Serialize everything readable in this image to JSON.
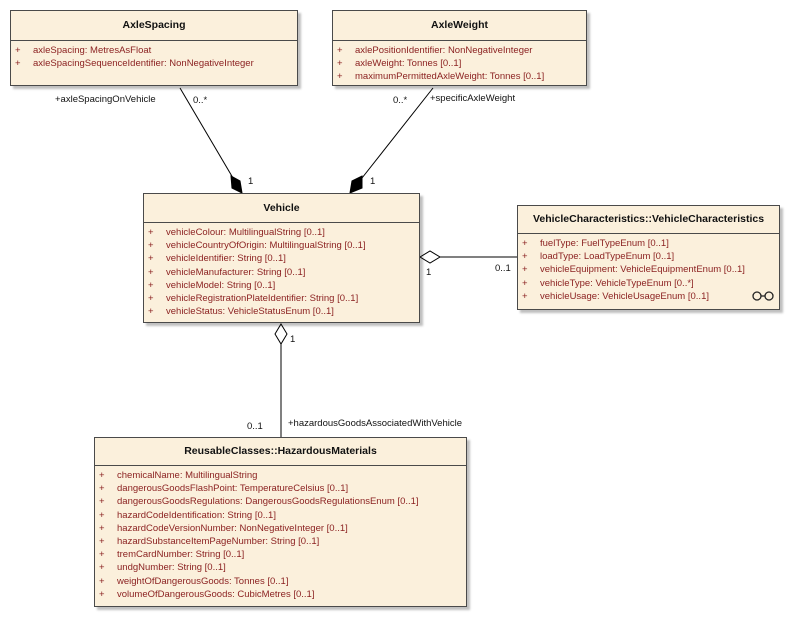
{
  "classes": {
    "axle_spacing": {
      "title": "AxleSpacing",
      "attributes": [
        {
          "vis": "+",
          "text": "axleSpacing:  MetresAsFloat"
        },
        {
          "vis": "+",
          "text": "axleSpacingSequenceIdentifier:  NonNegativeInteger"
        }
      ]
    },
    "axle_weight": {
      "title": "AxleWeight",
      "attributes": [
        {
          "vis": "+",
          "text": "axlePositionIdentifier:  NonNegativeInteger"
        },
        {
          "vis": "+",
          "text": "axleWeight:  Tonnes [0..1]"
        },
        {
          "vis": "+",
          "text": "maximumPermittedAxleWeight:  Tonnes [0..1]"
        }
      ]
    },
    "vehicle": {
      "title": "Vehicle",
      "attributes": [
        {
          "vis": "+",
          "text": "vehicleColour:  MultilingualString [0..1]"
        },
        {
          "vis": "+",
          "text": "vehicleCountryOfOrigin:  MultilingualString [0..1]"
        },
        {
          "vis": "+",
          "text": "vehicleIdentifier:  String [0..1]"
        },
        {
          "vis": "+",
          "text": "vehicleManufacturer:  String [0..1]"
        },
        {
          "vis": "+",
          "text": "vehicleModel:  String [0..1]"
        },
        {
          "vis": "+",
          "text": "vehicleRegistrationPlateIdentifier:  String [0..1]"
        },
        {
          "vis": "+",
          "text": "vehicleStatus:  VehicleStatusEnum [0..1]"
        }
      ]
    },
    "vehicle_characteristics": {
      "title": "VehicleCharacteristics::VehicleCharacteristics",
      "attributes": [
        {
          "vis": "+",
          "text": "fuelType:  FuelTypeEnum [0..1]"
        },
        {
          "vis": "+",
          "text": "loadType:  LoadTypeEnum [0..1]"
        },
        {
          "vis": "+",
          "text": "vehicleEquipment:  VehicleEquipmentEnum [0..1]"
        },
        {
          "vis": "+",
          "text": "vehicleType:  VehicleTypeEnum [0..*]"
        },
        {
          "vis": "+",
          "text": "vehicleUsage:  VehicleUsageEnum [0..1]"
        }
      ]
    },
    "hazardous_materials": {
      "title": "ReusableClasses::HazardousMaterials",
      "attributes": [
        {
          "vis": "+",
          "text": "chemicalName:  MultilingualString"
        },
        {
          "vis": "+",
          "text": "dangerousGoodsFlashPoint:  TemperatureCelsius [0..1]"
        },
        {
          "vis": "+",
          "text": "dangerousGoodsRegulations:  DangerousGoodsRegulationsEnum [0..1]"
        },
        {
          "vis": "+",
          "text": "hazardCodeIdentification:  String [0..1]"
        },
        {
          "vis": "+",
          "text": "hazardCodeVersionNumber:  NonNegativeInteger [0..1]"
        },
        {
          "vis": "+",
          "text": "hazardSubstanceItemPageNumber:  String [0..1]"
        },
        {
          "vis": "+",
          "text": "tremCardNumber:  String [0..1]"
        },
        {
          "vis": "+",
          "text": "undgNumber:  String [0..1]"
        },
        {
          "vis": "+",
          "text": "weightOfDangerousGoods:  Tonnes [0..1]"
        },
        {
          "vis": "+",
          "text": "volumeOfDangerousGoods:  CubicMetres [0..1]"
        }
      ]
    }
  },
  "associations": {
    "axle_spacing": {
      "role": "+axleSpacingOnVehicle",
      "source_mult": "0..*",
      "target_mult": "1"
    },
    "axle_weight": {
      "role": "+specificAxleWeight",
      "source_mult": "0..*",
      "target_mult": "1"
    },
    "characteristics": {
      "source_mult": "1",
      "target_mult": "0..1"
    },
    "hazardous": {
      "role": "+hazardousGoodsAssociatedWithVehicle",
      "source_mult": "1",
      "target_mult": "0..1"
    }
  },
  "colors": {
    "class_fill": "#fbf0dc",
    "class_border": "#4a4a4a",
    "attribute_text": "#8a1f1f",
    "line": "#000000"
  }
}
